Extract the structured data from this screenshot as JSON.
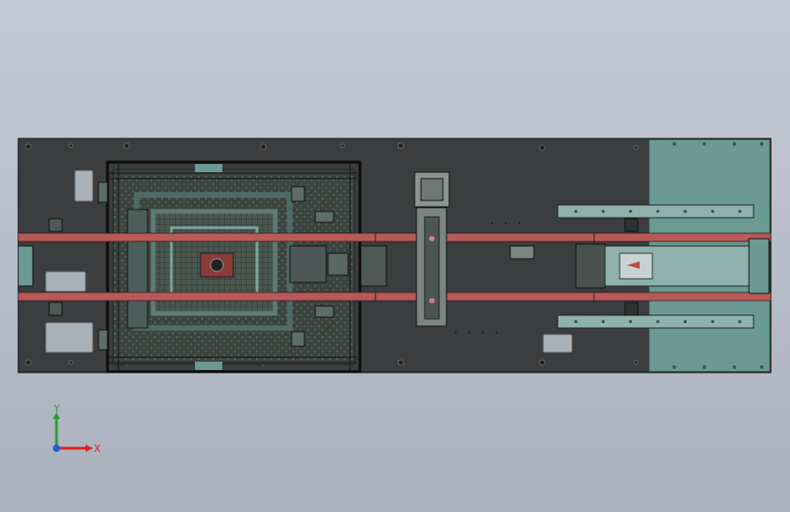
{
  "app": {
    "view": "top-view",
    "model": "conveyor-assembly-machine"
  },
  "triad": {
    "x_label": "X",
    "y_label": "Y",
    "x_color": "#e02020",
    "y_color": "#2f9e2f",
    "z_color": "#2060e0"
  },
  "colors": {
    "baseplate": "#3b3d3f",
    "rail": "#b85a58",
    "panel_green": "#6a9a93",
    "frame": "#4a5a55",
    "accent_red": "#c04848"
  },
  "icons": {
    "triad": "axis-triad-icon"
  }
}
